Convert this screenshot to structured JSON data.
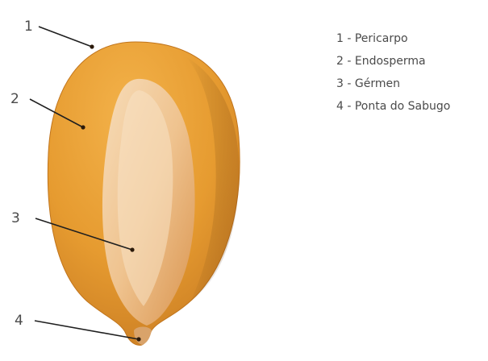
{
  "callouts": [
    {
      "number": "1"
    },
    {
      "number": "2"
    },
    {
      "number": "3"
    },
    {
      "number": "4"
    }
  ],
  "legend": [
    {
      "text": "1 - Pericarpo"
    },
    {
      "text": "2 - Endosperma"
    },
    {
      "text": "3 - Gérmen"
    },
    {
      "text": "4 - Ponta do Sabugo"
    }
  ],
  "colors": {
    "kernel_outer": "#e39a2e",
    "kernel_edge": "#c7781f",
    "germ": "#f0c99a",
    "leader_line": "#1f1f1f",
    "marker": "#2b1a0a"
  }
}
